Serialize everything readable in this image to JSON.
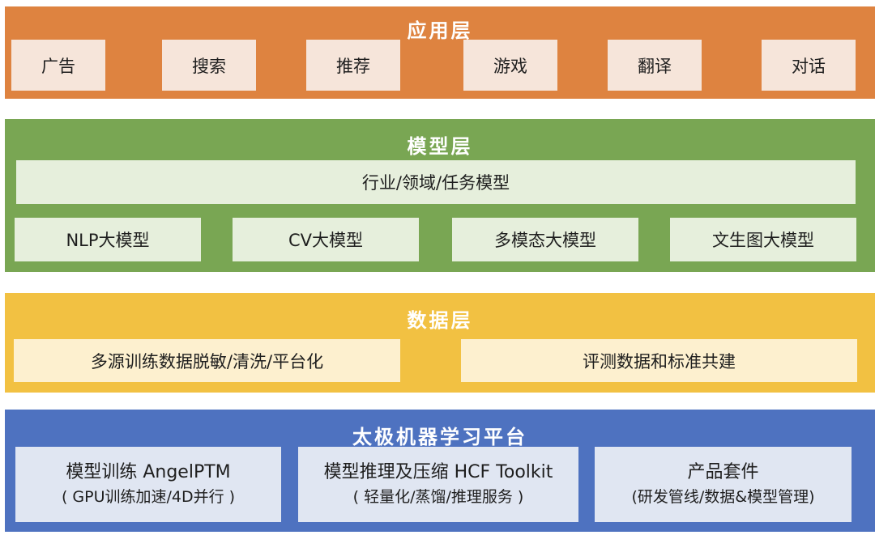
{
  "layers": {
    "application": {
      "title": "应用层",
      "color": "#DE8340",
      "items": [
        "广告",
        "搜索",
        "推荐",
        "游戏",
        "翻译",
        "对话"
      ]
    },
    "model": {
      "title": "模型层",
      "color": "#79A653",
      "wide_item": "行业/领域/任务模型",
      "items": [
        "NLP大模型",
        "CV大模型",
        "多模态大模型",
        "文生图大模型"
      ]
    },
    "data": {
      "title": "数据层",
      "color": "#F2C142",
      "items": [
        "多源训练数据脱敏/清洗/平台化",
        "评测数据和标准共建"
      ]
    },
    "platform": {
      "title": "太极机器学习平台",
      "color": "#4E72C0",
      "items": [
        {
          "main": "模型训练 AngelPTM",
          "sub": "( GPU训练加速/4D并行 )"
        },
        {
          "main": "模型推理及压缩 HCF Toolkit",
          "sub": "( 轻量化/蒸馏/推理服务 )"
        },
        {
          "main": "产品套件",
          "sub": "(研发管线/数据&模型管理)"
        }
      ]
    }
  }
}
